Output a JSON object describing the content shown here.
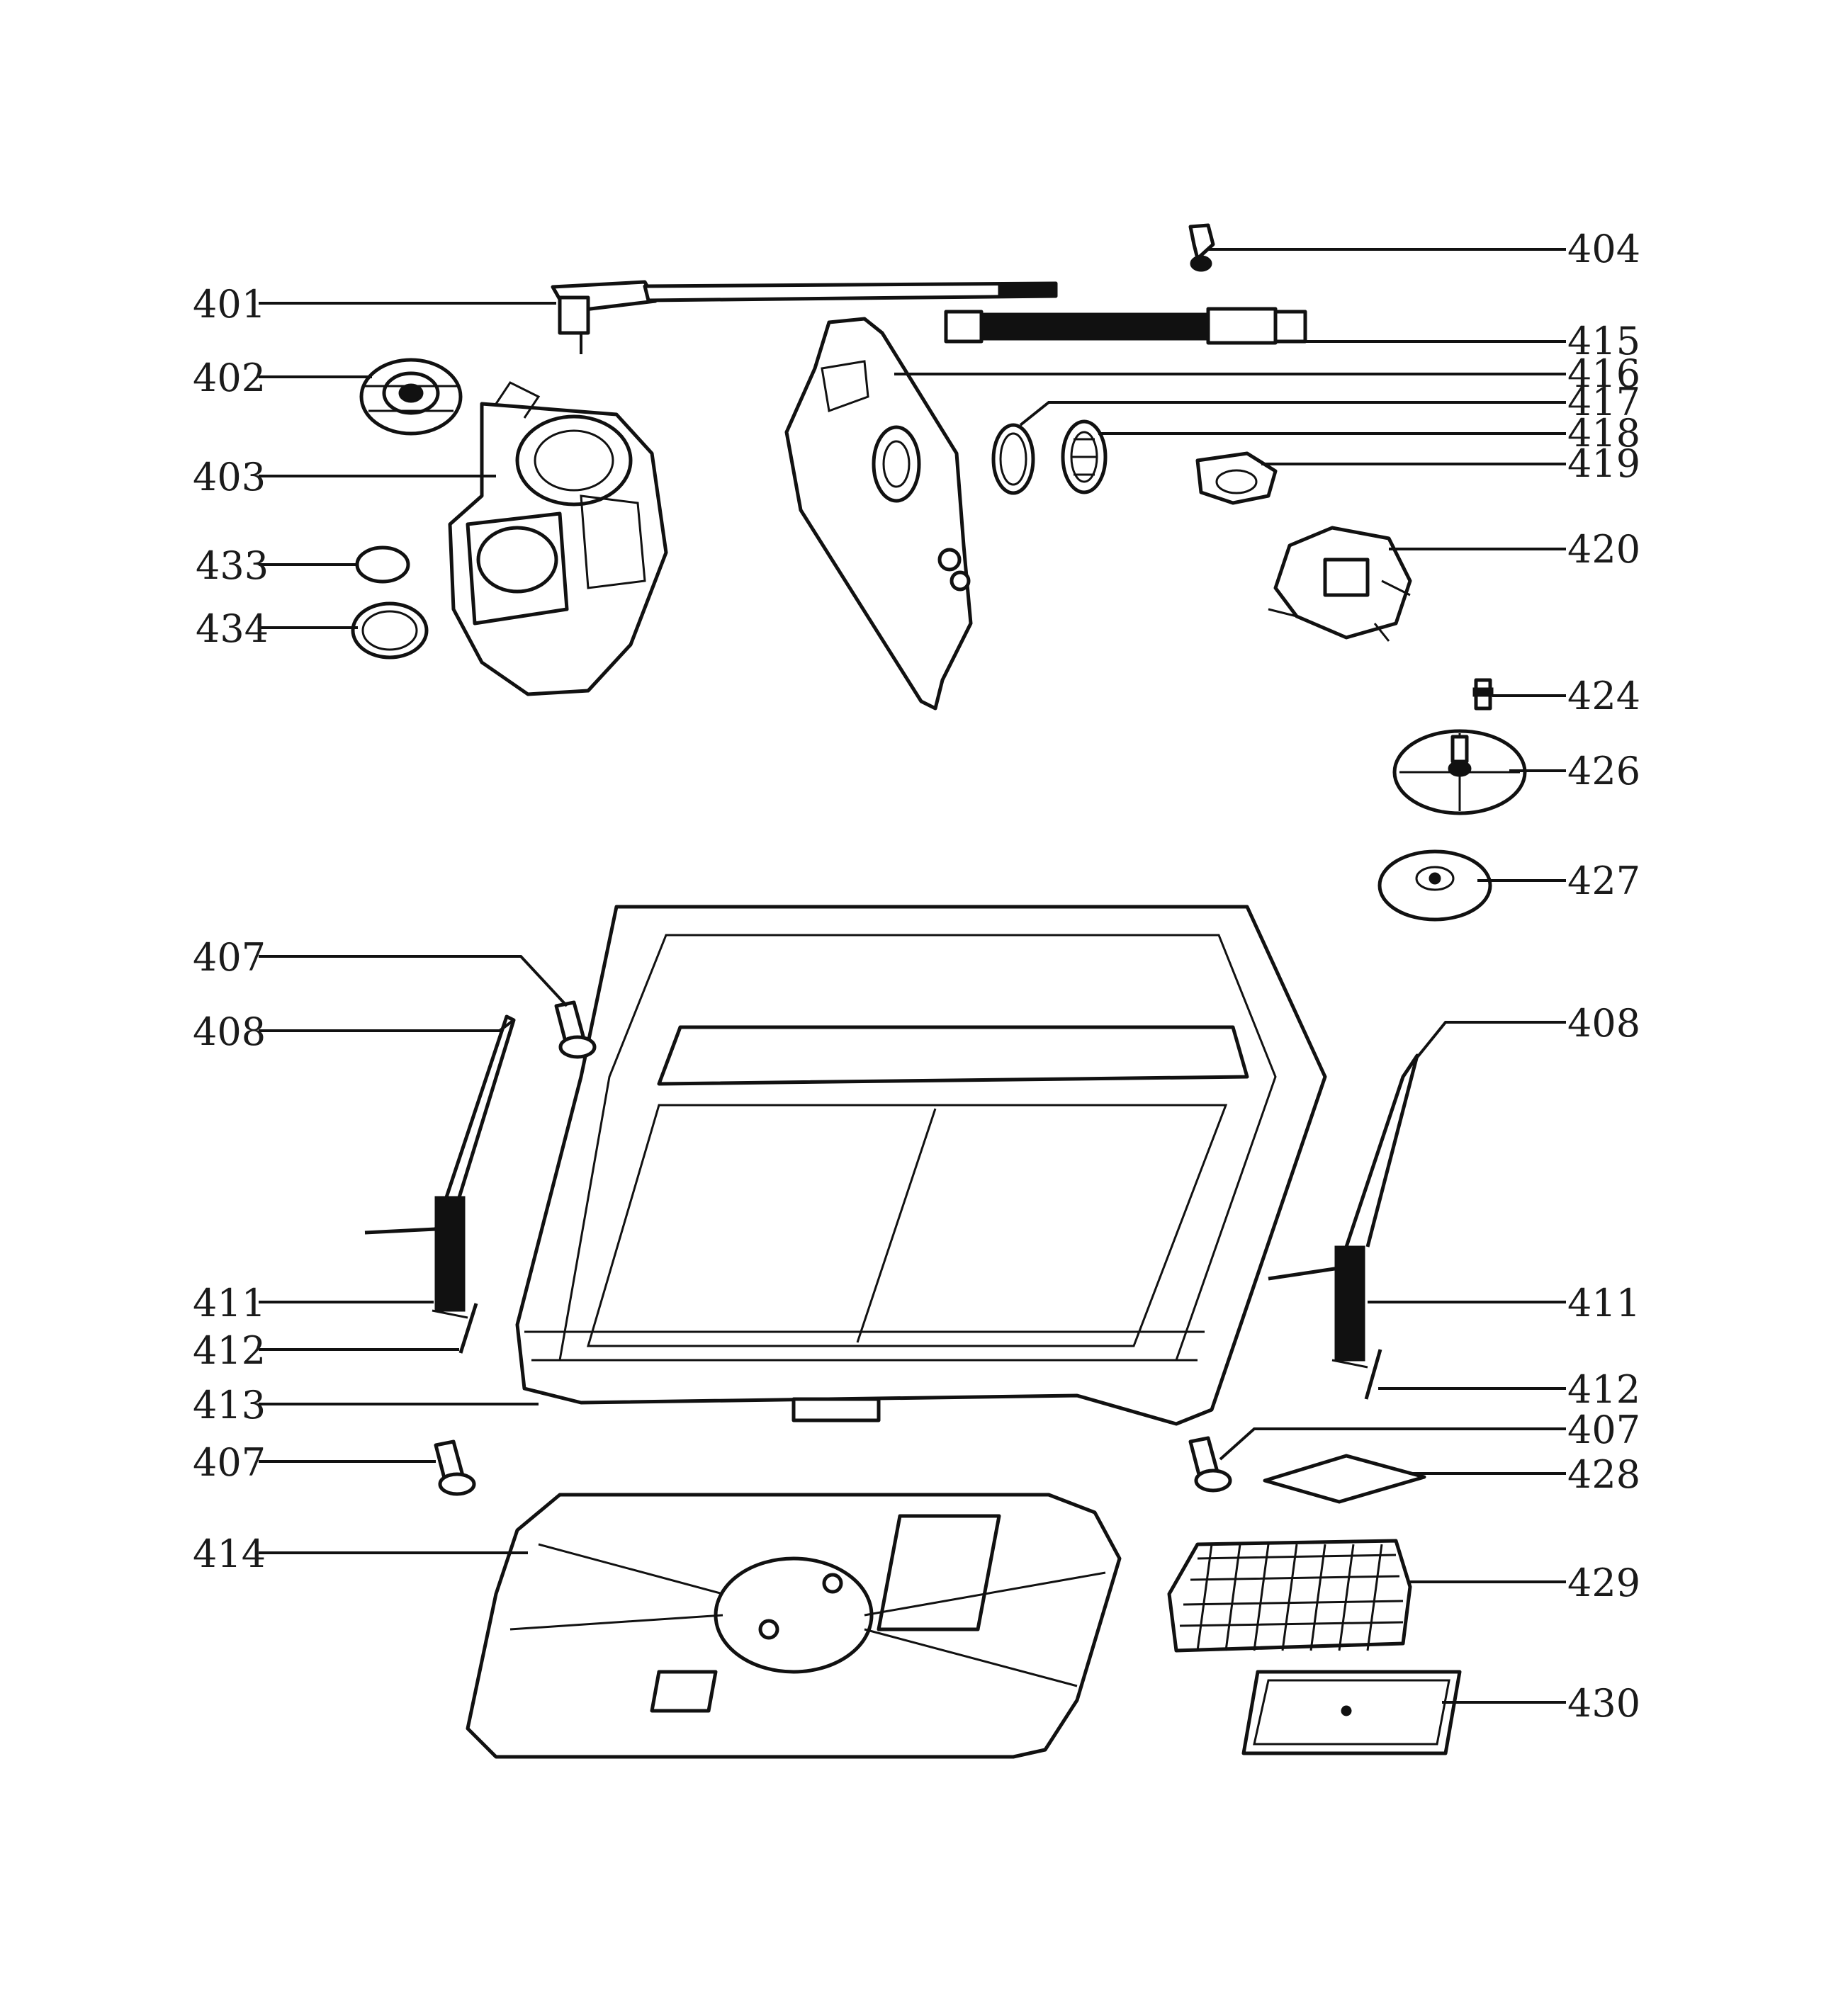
{
  "parts": [
    {
      "label": "401"
    },
    {
      "label": "402"
    },
    {
      "label": "403"
    },
    {
      "label": "433"
    },
    {
      "label": "434"
    },
    {
      "label": "404"
    },
    {
      "label": "415"
    },
    {
      "label": "416"
    },
    {
      "label": "417"
    },
    {
      "label": "418"
    },
    {
      "label": "419"
    },
    {
      "label": "420"
    },
    {
      "label": "424"
    },
    {
      "label": "426"
    },
    {
      "label": "427"
    },
    {
      "label": "407"
    },
    {
      "label": "408"
    },
    {
      "label": "411"
    },
    {
      "label": "412"
    },
    {
      "label": "413"
    },
    {
      "label": "407"
    },
    {
      "label": "414"
    },
    {
      "label": "408"
    },
    {
      "label": "411"
    },
    {
      "label": "412"
    },
    {
      "label": "407"
    },
    {
      "label": "428"
    },
    {
      "label": "429"
    },
    {
      "label": "430"
    }
  ]
}
